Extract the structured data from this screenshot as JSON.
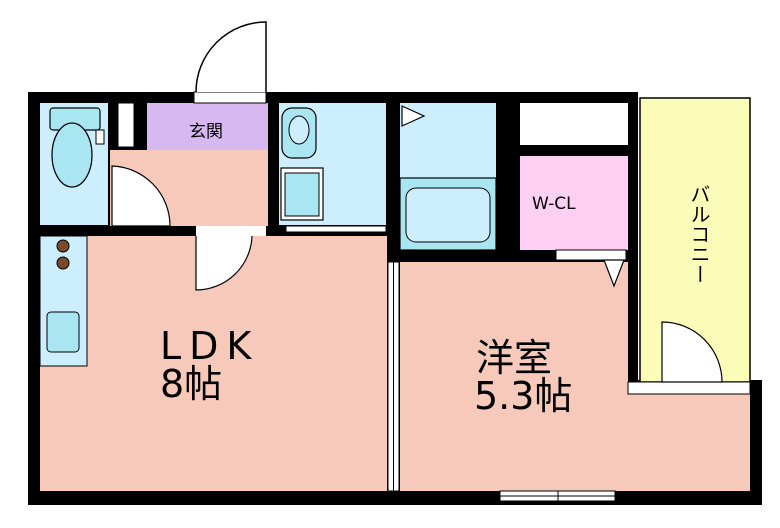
{
  "rooms": {
    "genkan": "玄関",
    "wcl": "W-CL",
    "balcony": "バルコニー",
    "ldk": {
      "name": "LDK",
      "size": "8帖"
    },
    "yoshitsu": {
      "name": "洋室",
      "size": "5.3帖"
    }
  },
  "colors": {
    "wall": "#000000",
    "ldk_floor": "#f7c9bb",
    "genkan_floor": "#d8b8f0",
    "wet_area": "#cdeeff",
    "fixture": "#a9e6f2",
    "wcl_floor": "#ffd0f4",
    "balcony_floor": "#fbfcb8",
    "stove": "#7a4a28"
  }
}
